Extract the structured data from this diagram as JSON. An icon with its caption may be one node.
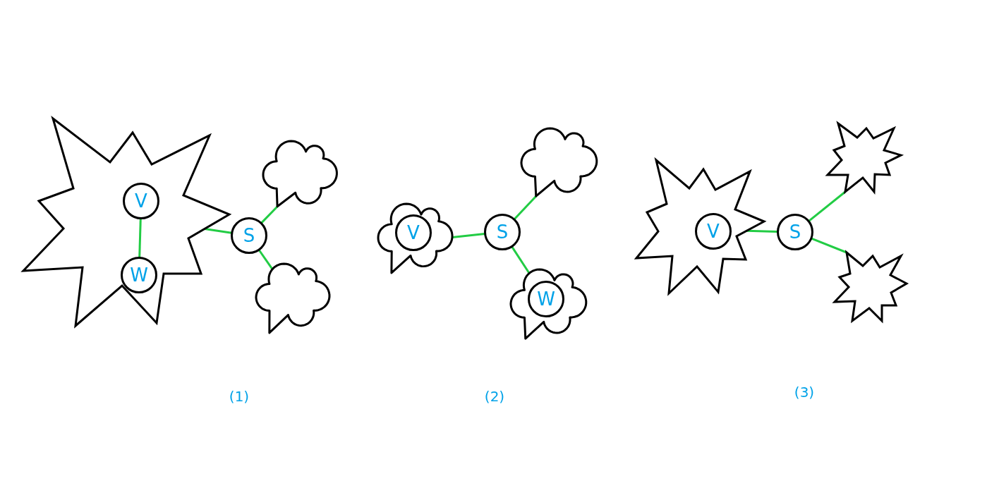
{
  "diagram": {
    "nodes": [
      {
        "text": [],
        "shape": "starburst"
      },
      {
        "text": [
          "V"
        ],
        "in": 0
      },
      {
        "text": [
          "W"
        ],
        "in": 0
      },
      {
        "text": [
          "S"
        ]
      },
      {
        "text": [],
        "shape": "cloud"
      },
      {
        "text": [],
        "shape": "cloud"
      },
      {
        "text": [],
        "shape": "cloud"
      },
      {
        "text": [
          "V"
        ],
        "in": 6
      },
      {
        "text": [
          "S"
        ]
      },
      {
        "text": [],
        "shape": "cloud"
      },
      {
        "text": [],
        "shape": "cloud"
      },
      {
        "text": [
          "W"
        ],
        "in": 10
      },
      {
        "text": [],
        "shape": "starburst"
      },
      {
        "text": [
          "V"
        ],
        "in": 12
      },
      {
        "text": [
          "S"
        ]
      },
      {
        "text": [],
        "shape": "starburst"
      },
      {
        "text": [],
        "shape": "starburst"
      }
    ],
    "edges": [
      {
        "from": 1,
        "to": 2,
        "arrow": "none"
      },
      {
        "from": 0,
        "to": 3,
        "arrow": "none"
      },
      {
        "from": 3,
        "to": 4,
        "arrow": "none"
      },
      {
        "from": 3,
        "to": 5,
        "arrow": "none"
      },
      {
        "from": 6,
        "to": 8,
        "arrow": "none"
      },
      {
        "from": 8,
        "to": 9,
        "arrow": "none"
      },
      {
        "from": 8,
        "to": 10,
        "arrow": "none"
      },
      {
        "from": 12,
        "to": 14,
        "arrow": "none"
      },
      {
        "from": 14,
        "to": 15,
        "arrow": "none"
      },
      {
        "from": 14,
        "to": 16,
        "arrow": "none"
      }
    ],
    "labels": [
      "(1)",
      "(2)",
      "(3)"
    ]
  }
}
